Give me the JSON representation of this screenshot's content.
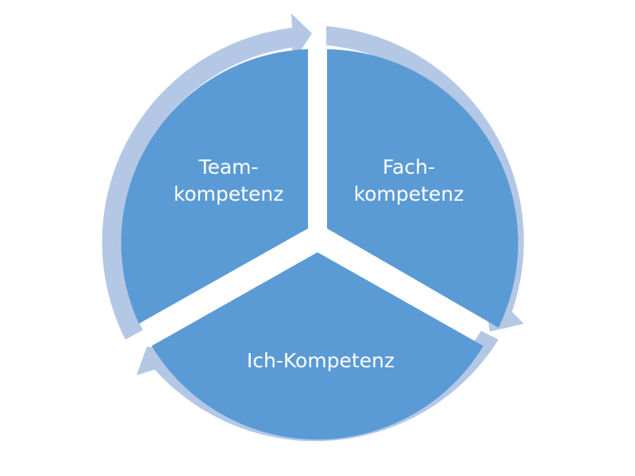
{
  "diagram": {
    "type": "cycle",
    "colors": {
      "segment_fill": "#5b9bd5",
      "arrow_fill": "#b4c8e6",
      "background": "#ffffff",
      "text": "#ffffff"
    },
    "segments": [
      {
        "id": "fach",
        "line1": "Fach-",
        "line2": "kompetenz"
      },
      {
        "id": "ich",
        "line1": "Ich-Kompetenz",
        "line2": ""
      },
      {
        "id": "team",
        "line1": "Team-",
        "line2": "kompetenz"
      }
    ]
  }
}
